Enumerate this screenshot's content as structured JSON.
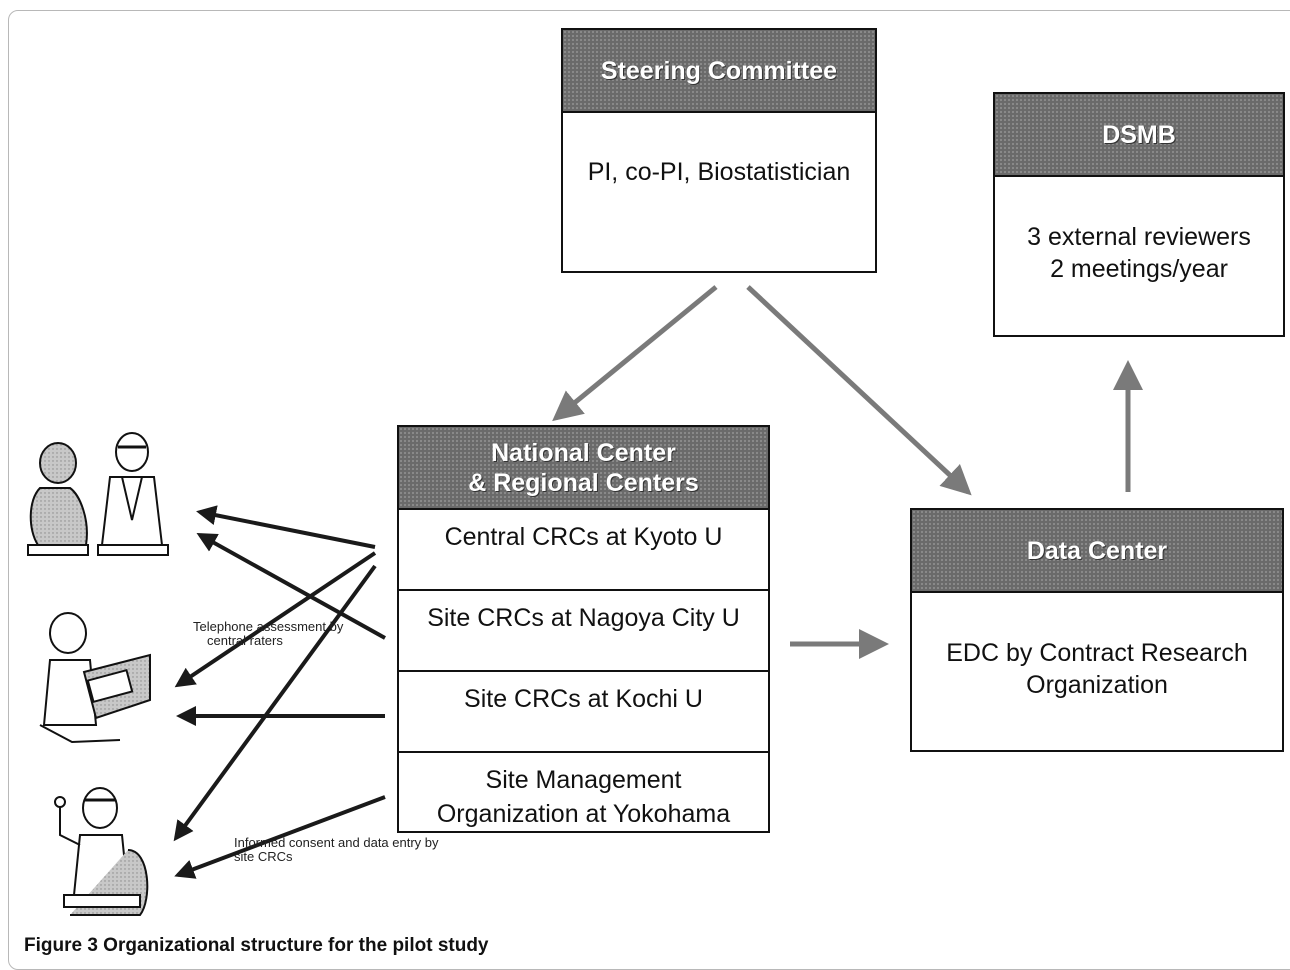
{
  "steering": {
    "title": "Steering Committee",
    "body": "PI, co-PI, Biostatistician"
  },
  "dsmb": {
    "title": "DSMB",
    "line1": "3 external reviewers",
    "line2": "2 meetings/year"
  },
  "national": {
    "title_line1": "National Center",
    "title_line2": "& Regional Centers",
    "rows": [
      "Central CRCs at Kyoto U",
      "Site CRCs at Nagoya City U",
      "Site CRCs at Kochi U"
    ],
    "last_row_line1": "Site Management",
    "last_row_line2": "Organization at Yokohama"
  },
  "data_center": {
    "title": "Data Center",
    "line1": "EDC by Contract Research",
    "line2": "Organization"
  },
  "labels": {
    "telephone_line1": "Telephone assessment by",
    "telephone_line2": "central raters",
    "consent_line1": "Informed consent and data entry by",
    "consent_line2": "site CRCs"
  },
  "caption": "Figure 3 Organizational structure for the pilot study",
  "colors": {
    "header_fill": "#6a6a6a",
    "arrow_gray": "#7a7a7a",
    "arrow_dark": "#1a1a1a"
  }
}
